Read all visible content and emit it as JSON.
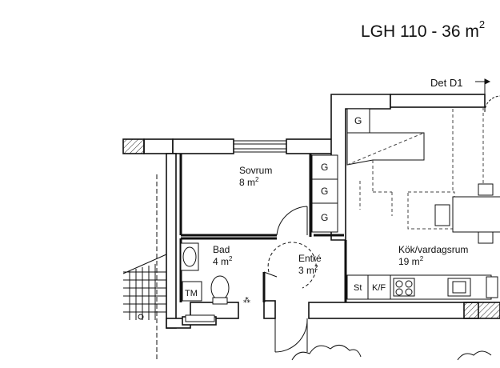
{
  "header": {
    "title": "LGH 110 - 36 m",
    "title_sup": "2"
  },
  "door_label": "Det D1",
  "rooms": {
    "sovrum": {
      "name": "Sovrum",
      "area": "8 m",
      "sup": "2"
    },
    "bad": {
      "name": "Bad",
      "area": "4 m",
      "sup": "2"
    },
    "entre": {
      "name": "Entré",
      "area": "3 m",
      "sup": "2"
    },
    "kok": {
      "name": "Kök/vardagsrum",
      "area": "19 m",
      "sup": "2"
    }
  },
  "fixtures": {
    "g": "G",
    "tm": "TM",
    "st": "St",
    "kf": "K/F"
  }
}
